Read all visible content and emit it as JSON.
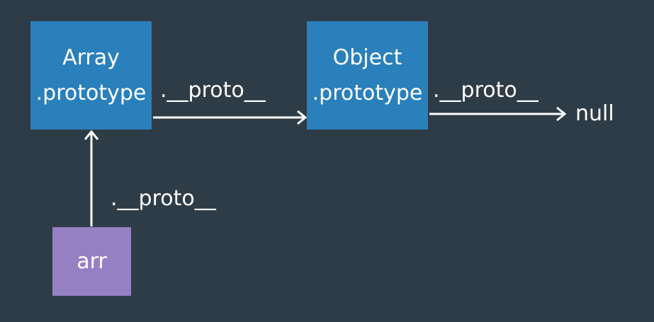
{
  "nodes": {
    "array_prototype": {
      "line1": "Array",
      "line2": ".prototype"
    },
    "object_prototype": {
      "line1": "Object",
      "line2": ".prototype"
    },
    "arr": {
      "label": "arr"
    },
    "null": {
      "label": "null"
    }
  },
  "edges": {
    "arr_to_array_proto": {
      "label": ".__proto__"
    },
    "array_proto_to_object_proto": {
      "label": ".__proto__"
    },
    "object_proto_to_null": {
      "label": ".__proto__"
    }
  },
  "colors": {
    "background": "#2e3c47",
    "prototype_box": "#2a80bb",
    "instance_box": "#9580c4",
    "text": "#ffffff",
    "arrow": "#ffffff"
  }
}
